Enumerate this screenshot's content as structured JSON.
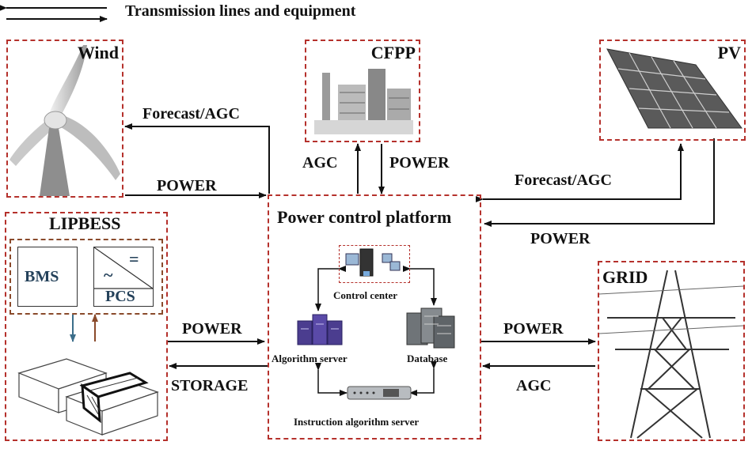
{
  "legend": {
    "label": "Transmission lines and equipment"
  },
  "sources": {
    "wind": "Wind",
    "cfpp": "CFPP",
    "pv": "PV",
    "grid": "GRID",
    "lipbess": "LIPBESS"
  },
  "platform": {
    "title": "Power control platform",
    "control_center": "Control center",
    "algorithm_server": "Algorithm server",
    "database": "Database",
    "instruction_server": "Instruction algorithm server"
  },
  "bess": {
    "bms": "BMS",
    "pcs": "PCS",
    "dc_symbol": "=",
    "ac_symbol": "~"
  },
  "links": {
    "wind_forecast": "Forecast/AGC",
    "wind_power": "POWER",
    "cfpp_agc": "AGC",
    "cfpp_power": "POWER",
    "pv_forecast": "Forecast/AGC",
    "pv_power": "POWER",
    "bess_power": "POWER",
    "bess_storage": "STORAGE",
    "grid_power": "POWER",
    "grid_agc": "AGC"
  },
  "colors": {
    "dash_border": "#b5312c",
    "bms_arrow": "#3c6e8a",
    "pcs_arrow": "#8a4a2b"
  }
}
